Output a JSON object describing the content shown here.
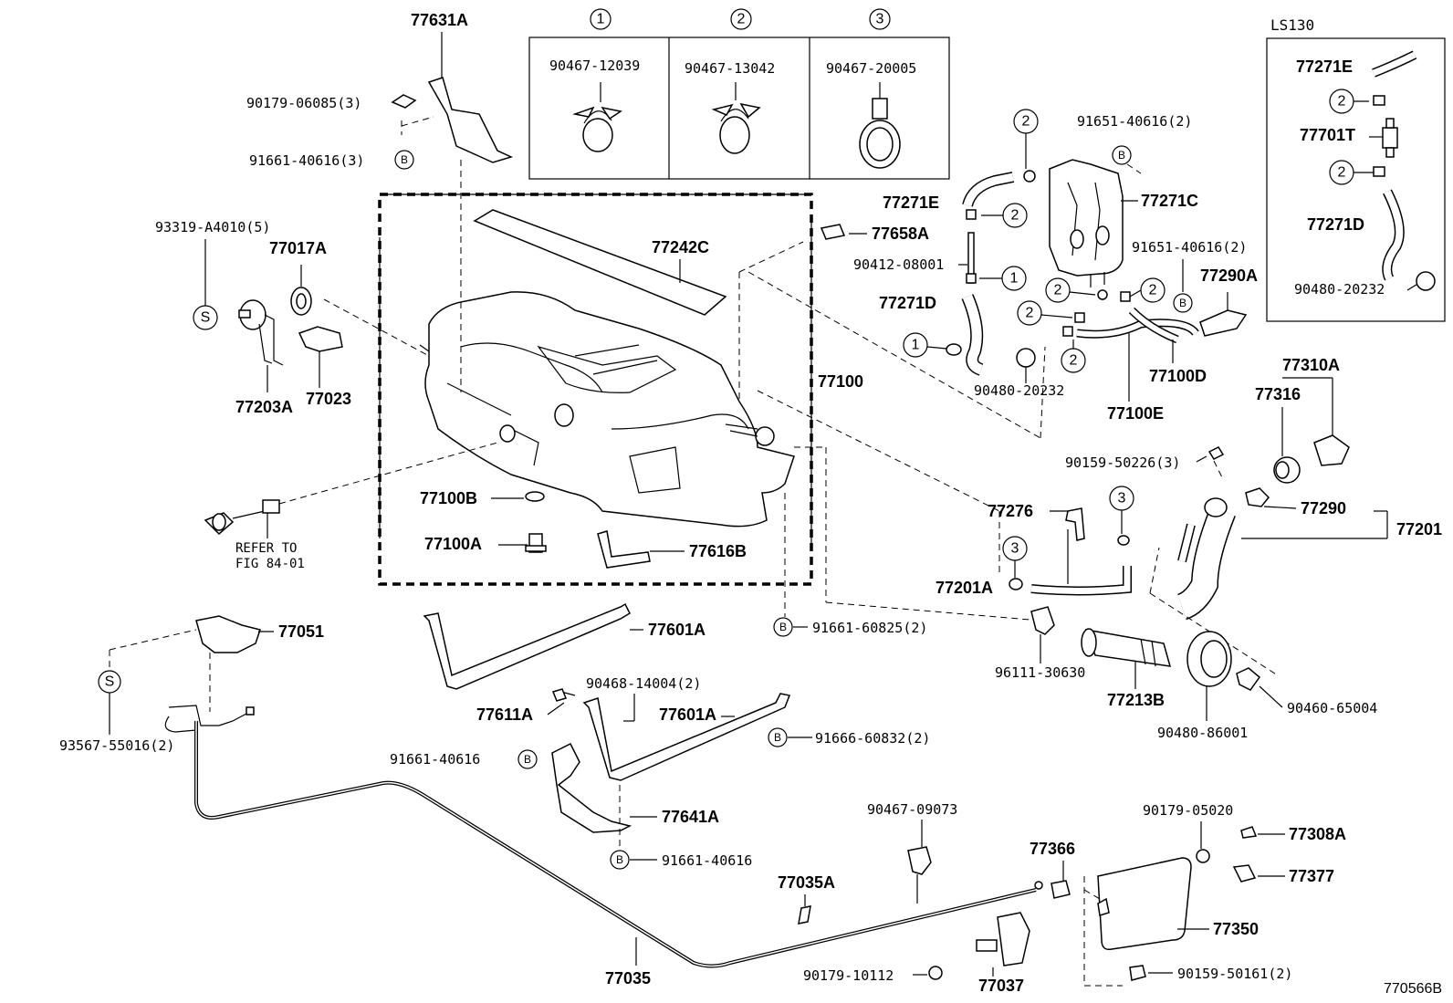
{
  "diagram_id": "770566B",
  "inset_title": "LS130",
  "clamp_header": {
    "c1": "1",
    "c2": "2",
    "c3": "3",
    "p1": "90467-12039",
    "p2": "90467-13042",
    "p3": "90467-20005"
  },
  "labels": {
    "l77631A": "77631A",
    "l90179_06085": "90179-06085(3)",
    "l91661_40616_3": "91661-40616(3)",
    "l93319": "93319-A4010(5)",
    "l77017A": "77017A",
    "l77203A": "77203A",
    "l77023": "77023",
    "lRefer": "REFER TO",
    "lFig": "FIG 84-01",
    "l77242C": "77242C",
    "l77658A": "77658A",
    "l77100": "77100",
    "l77100B": "77100B",
    "l77100A": "77100A",
    "l77616B": "77616B",
    "l91651_a": "91651-40616(2)",
    "l91651_b": "91651-40616(2)",
    "l77271E": "77271E",
    "l77271C": "77271C",
    "l90412": "90412-08001",
    "l77271D": "77271D",
    "l77290A": "77290A",
    "l90480_20232": "90480-20232",
    "l77100D": "77100D",
    "l77100E": "77100E",
    "i77271E": "77271E",
    "i77701T": "77701T",
    "i77271D": "77271D",
    "i90480": "90480-20232",
    "l77310A": "77310A",
    "l77316": "77316",
    "l90159_50226": "90159-50226(3)",
    "l77290": "77290",
    "l77201": "77201",
    "l77276": "77276",
    "l77201A": "77201A",
    "l91661_60825": "91661-60825(2)",
    "l96111": "96111-30630",
    "l77213B": "77213B",
    "l90460": "90460-65004",
    "l90480_86001": "90480-86001",
    "l77051": "77051",
    "l93567": "93567-55016(2)",
    "l77601A_1": "77601A",
    "l90468": "90468-14004(2)",
    "l77611A": "77611A",
    "l77601A_2": "77601A",
    "l91666": "91666-60832(2)",
    "l91661_40616_s": "91661-40616",
    "l77641A": "77641A",
    "l91661_40616_b": "91661-40616",
    "l90467_09073": "90467-09073",
    "l77035A": "77035A",
    "l77035": "77035",
    "l77366": "77366",
    "l90179_10112": "90179-10112",
    "l77037": "77037",
    "l90179_05020": "90179-05020",
    "l77308A": "77308A",
    "l77377": "77377",
    "l77350": "77350",
    "l90159_50161": "90159-50161(2)"
  },
  "markers": {
    "B": "B",
    "S": "S",
    "one": "1",
    "two": "2",
    "three": "3"
  }
}
